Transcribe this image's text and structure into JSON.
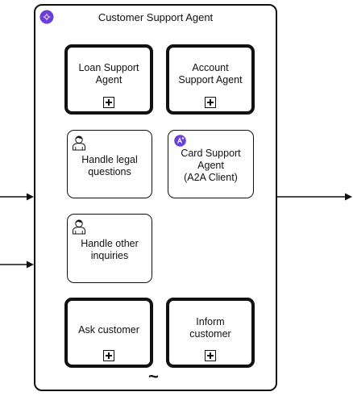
{
  "diagram": {
    "container": {
      "title": "Customer Support Agent",
      "badge_icon": "ai-agent-sparkle-icon",
      "loop_marker": "~",
      "accent_color": "#6b3fd9"
    },
    "tasks": [
      {
        "id": "loan-support-agent",
        "label": "Loan Support\nAgent",
        "type": "subprocess",
        "marker": "collapsed-subprocess-icon"
      },
      {
        "id": "account-support-agent",
        "label": "Account\nSupport Agent",
        "type": "subprocess",
        "marker": "collapsed-subprocess-icon"
      },
      {
        "id": "handle-legal-questions",
        "label": "Handle legal\nquestions",
        "type": "user-task",
        "marker": "user-icon"
      },
      {
        "id": "card-support-agent",
        "label": "Card Support\nAgent\n(A2A Client)",
        "type": "service-task",
        "marker": "a2a-client-icon"
      },
      {
        "id": "handle-other-inquiries",
        "label": "Handle other\ninquiries",
        "type": "user-task",
        "marker": "user-icon"
      },
      {
        "id": "ask-customer",
        "label": "Ask customer",
        "type": "subprocess",
        "marker": "collapsed-subprocess-icon"
      },
      {
        "id": "inform-customer",
        "label": "Inform\ncustomer",
        "type": "subprocess",
        "marker": "collapsed-subprocess-icon"
      }
    ],
    "flows": [
      {
        "id": "incoming-flow-1",
        "direction": "in"
      },
      {
        "id": "incoming-flow-2",
        "direction": "in"
      },
      {
        "id": "outgoing-flow",
        "direction": "out"
      }
    ]
  }
}
